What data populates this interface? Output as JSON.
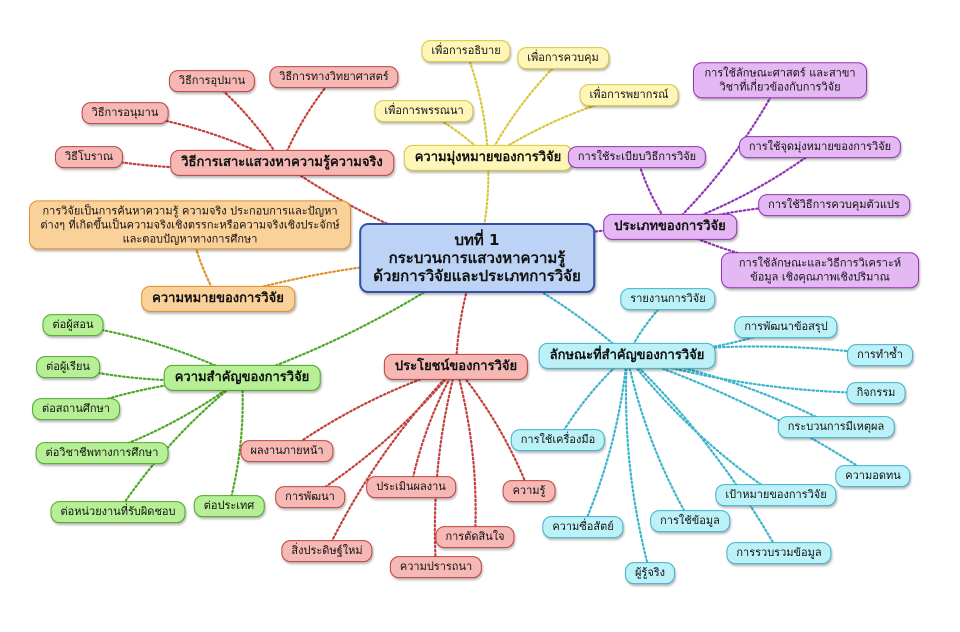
{
  "colors": {
    "red": "#c2413d",
    "yellow": "#d9c63a",
    "purple": "#9333b5",
    "orange": "#e0902b",
    "green": "#4da827",
    "cyan": "#3cb4cc",
    "center": "#2f4fa8"
  },
  "center": {
    "line1": "บทที่ 1",
    "line2": "กระบวนการแสวงหาความรู้",
    "line3": "ด้วยการวิจัยและประเภทการวิจัย"
  },
  "branches": {
    "methods": {
      "label": "วิธีการเสาะแสวงหาความรู้ความจริง",
      "items": [
        "วิธีการอุปมาน",
        "วิธีการทางวิทยาศาสตร์",
        "วิธีการอนุมาน",
        "วิธีโบราณ"
      ]
    },
    "purpose": {
      "label": "ความมุ่งหมายของการวิจัย",
      "items": [
        "เพื่อการอธิบาย",
        "เพื่อการควบคุม",
        "เพื่อการพรรณนา",
        "เพื่อการพยากรณ์"
      ]
    },
    "types": {
      "label": "ประเภทของการวิจัย",
      "items": [
        "การใช้ลักษณะศาสตร์ และสาขาวิชาที่เกี่ยวข้องกับการวิจัย",
        "การใช้ระเบียบวิธีการวิจัย",
        "การใช้จุดมุ่งหมายของการวิจัย",
        "การใช้วิธีการควบคุมตัวแปร",
        "การใช้ลักษณะและวิธีการวิเคราะห์ข้อมูล เชิงคุณภาพเชิงปริมาณ"
      ]
    },
    "meaning": {
      "label": "ความหมายของการวิจัย",
      "definition": "การวิจัยเป็นการค้นหาความรู้ ความจริง ประกอบการและปัญหาต่างๆ ที่เกิดขึ้นเป็นความจริงเชิงตรรกะหรือความจริงเชิงประจักษ์ และตอบปัญหาทางการศึกษา"
    },
    "importance": {
      "label": "ความสำคัญของการวิจัย",
      "items": [
        "ต่อผู้สอน",
        "ต่อผู้เรียน",
        "ต่อสถานศึกษา",
        "ต่อวิชาชีพทางการศึกษา",
        "ต่อหน่วยงานที่รับผิดชอบ",
        "ต่อประเทศ"
      ]
    },
    "benefits": {
      "label": "ประโยชน์ของการวิจัย",
      "items": [
        "ผลงานภายหน้า",
        "การพัฒนา",
        "ประเมินผลงาน",
        "ความรู้",
        "สิ่งประดิษฐ์ใหม่",
        "การตัดสินใจ",
        "ความปรารถนา"
      ]
    },
    "characteristics": {
      "label": "ลักษณะที่สำคัญของการวิจัย",
      "items": [
        "รายงานการวิจัย",
        "การพัฒนาข้อสรุป",
        "การทำซ้ำ",
        "กิจกรรม",
        "กระบวนการมีเหตุผล",
        "การใช้เครื่องมือ",
        "ความอดทน",
        "เป้าหมายของการวิจัย",
        "ความซื่อสัตย์",
        "การใช้ข้อมูล",
        "การรวบรวมข้อมูล",
        "ผู้รู้จริง"
      ]
    }
  }
}
